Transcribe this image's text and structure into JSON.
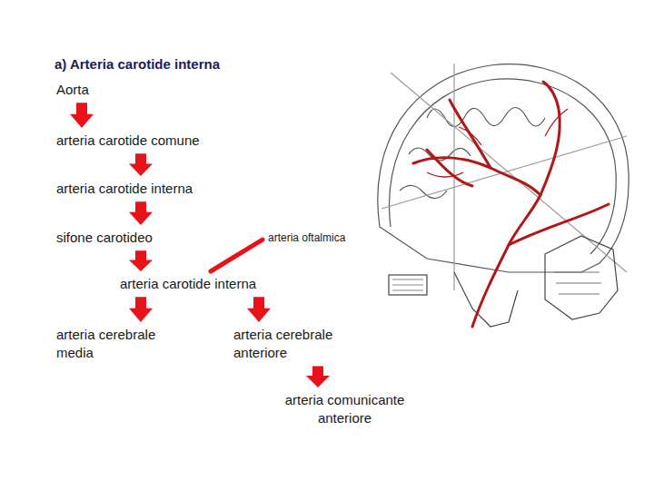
{
  "diagram": {
    "title": "a) Arteria carotide interna",
    "nodes": [
      {
        "text": [
          "Aorta"
        ]
      },
      {
        "text": [
          "arteria carotide comune"
        ]
      },
      {
        "text": [
          "arteria carotide interna"
        ]
      },
      {
        "text": [
          "sifone carotideo"
        ]
      },
      {
        "text": [
          "arteria oftalmica"
        ]
      },
      {
        "text": [
          "arteria carotide interna"
        ]
      },
      {
        "text": [
          "arteria cerebrale media"
        ]
      },
      {
        "text": [
          "arteria cerebrale anteriore"
        ]
      },
      {
        "text": [
          "arteria comunicante anteriore"
        ]
      }
    ],
    "edges": [
      {
        "from": 0,
        "to": 1,
        "arrow": "to"
      },
      {
        "from": 1,
        "to": 2,
        "arrow": "to"
      },
      {
        "from": 2,
        "to": 3,
        "arrow": "to"
      },
      {
        "from": 3,
        "to": 5,
        "arrow": "to"
      },
      {
        "from": 5,
        "to": 4,
        "arrow": "none"
      },
      {
        "from": 5,
        "to": 6,
        "arrow": "to"
      },
      {
        "from": 5,
        "to": 7,
        "arrow": "to"
      },
      {
        "from": 7,
        "to": 8,
        "arrow": "to"
      }
    ]
  }
}
